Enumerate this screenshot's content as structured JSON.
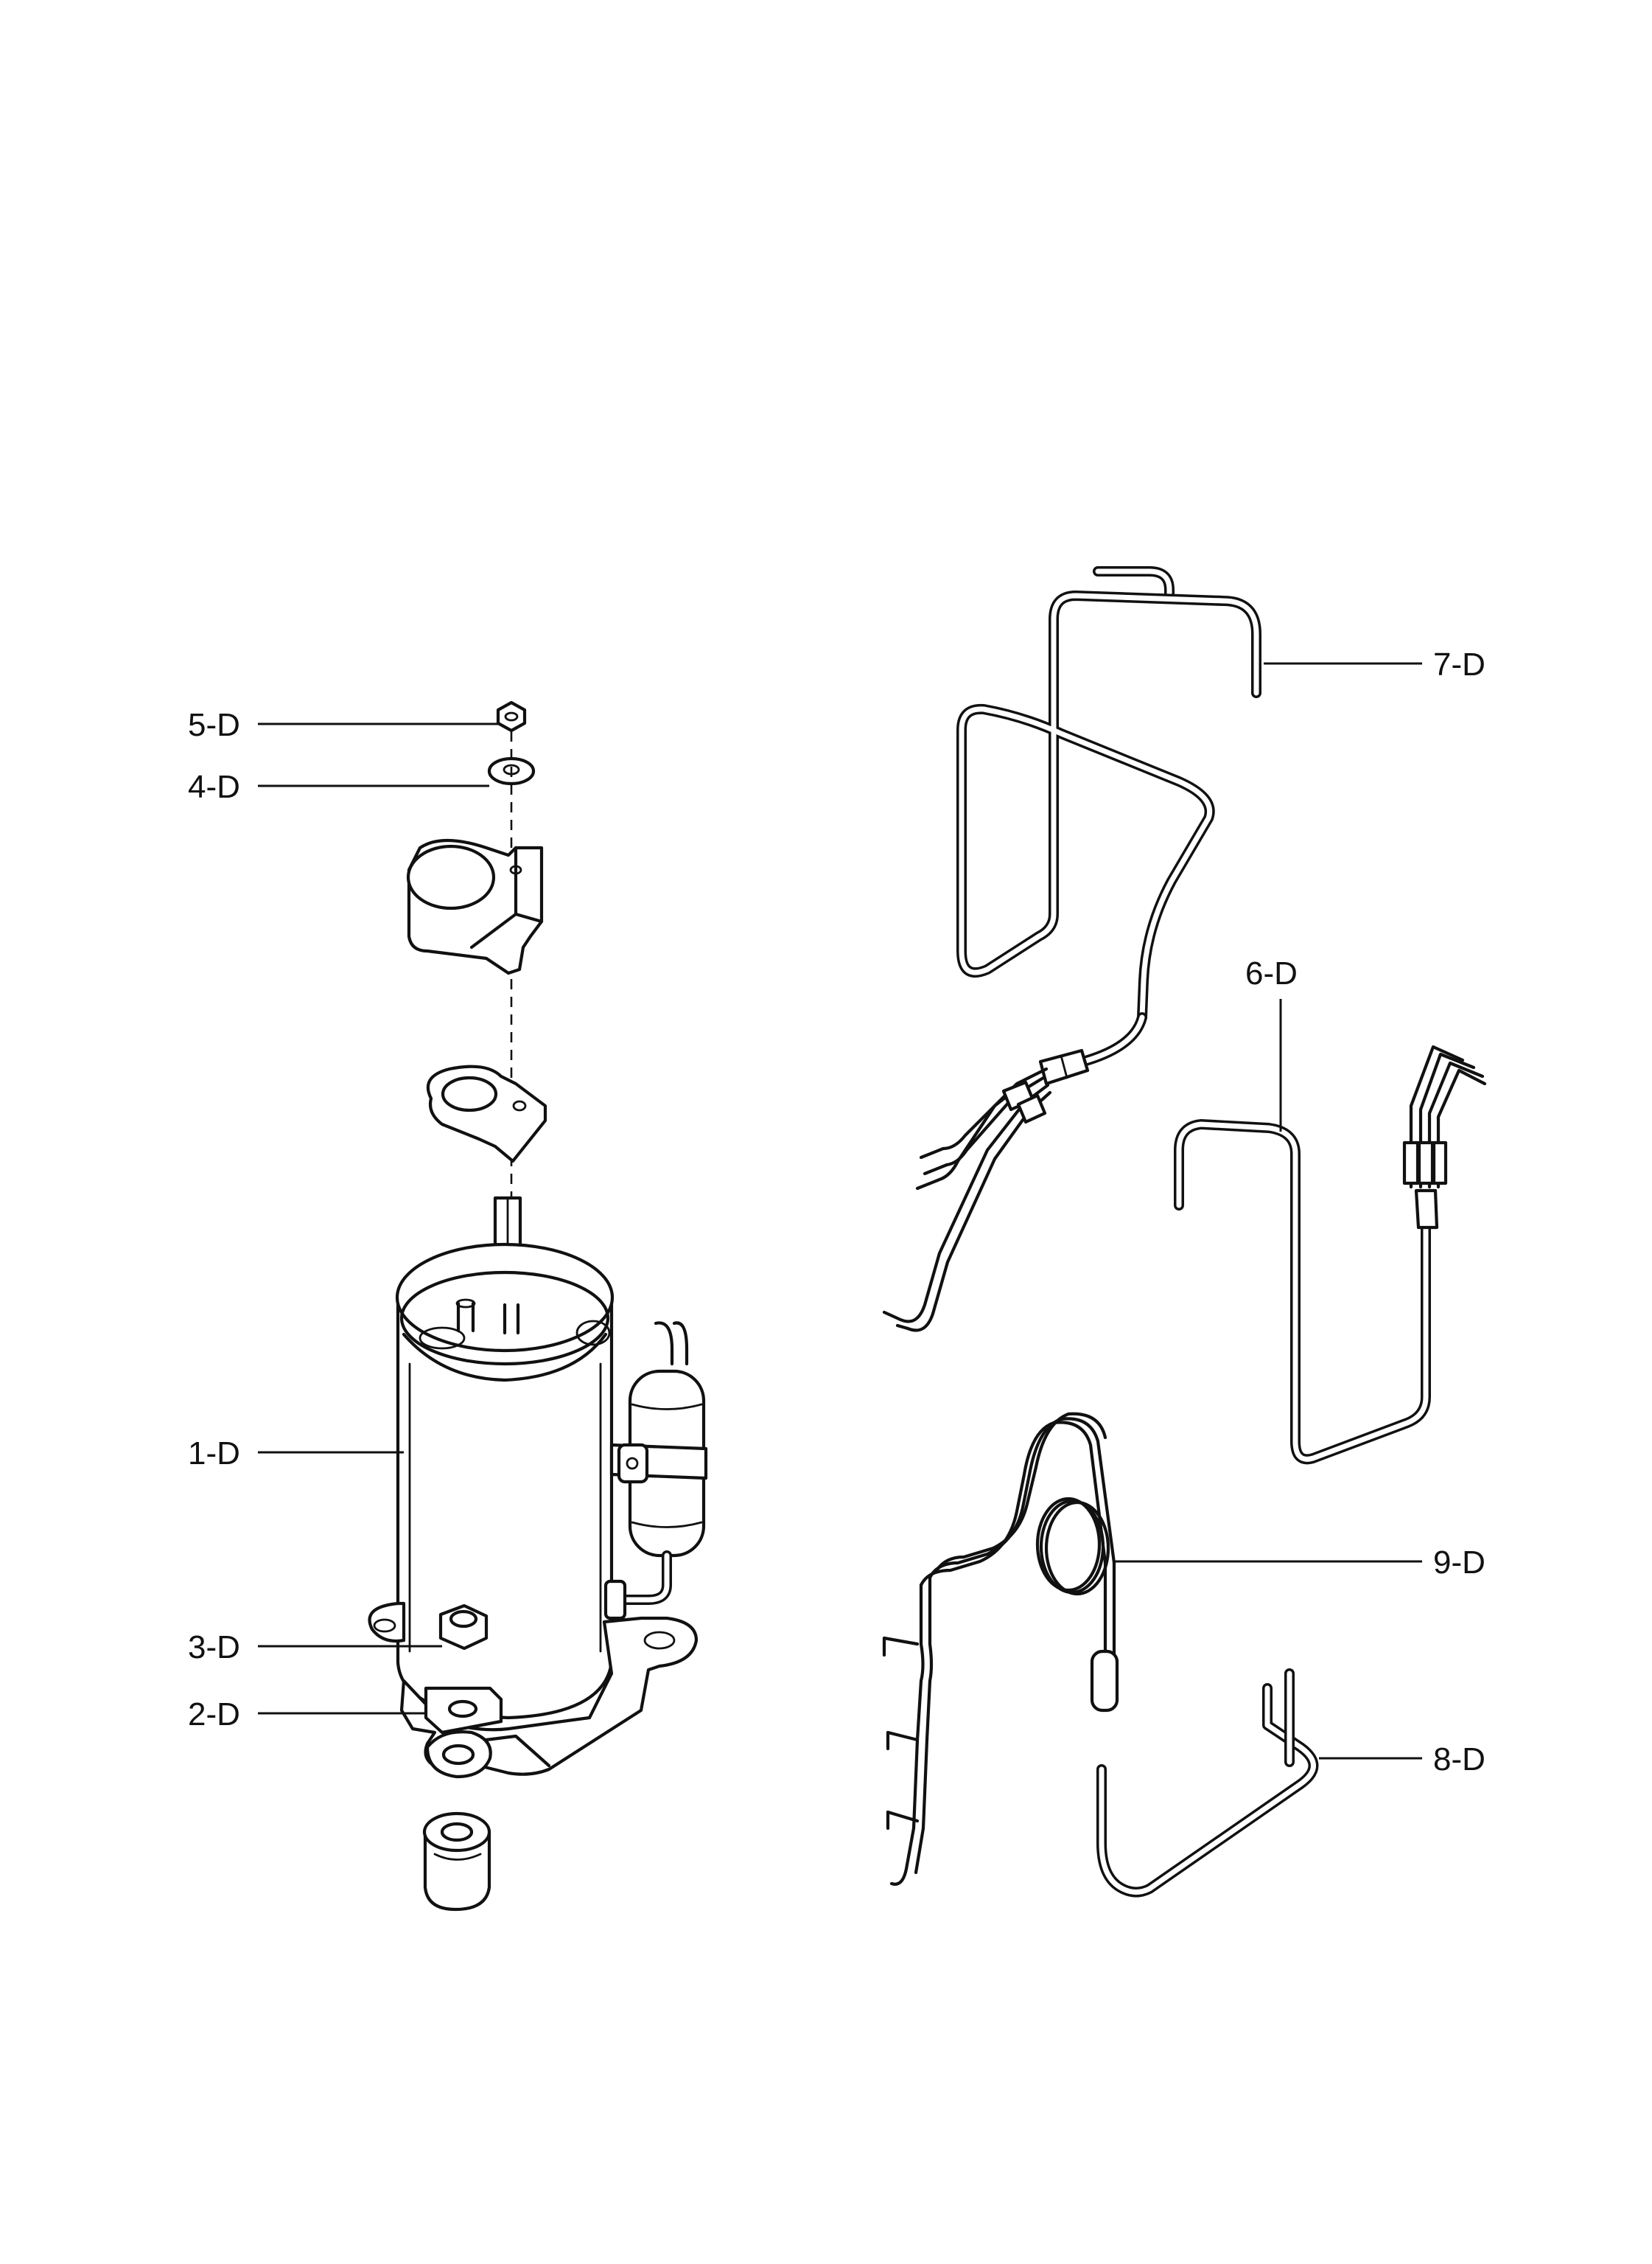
{
  "callouts": {
    "c1": "1-D",
    "c2": "2-D",
    "c3": "3-D",
    "c4": "4-D",
    "c5": "5-D",
    "c6": "6-D",
    "c7": "7-D",
    "c8": "8-D",
    "c9": "9-D"
  }
}
